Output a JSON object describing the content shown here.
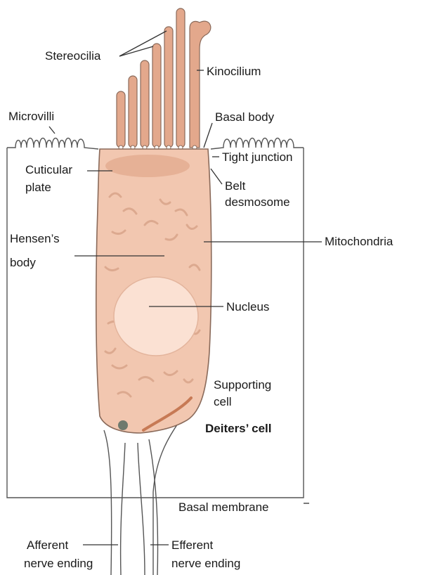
{
  "labels": {
    "stereocilia": "Stereocilia",
    "kinocilium": "Kinocilium",
    "microvilli": "Microvilli",
    "basal_body": "Basal body",
    "tight_junction": "Tight junction",
    "cuticular_plate_1": "Cuticular",
    "cuticular_plate_2": "plate",
    "belt_desmosome_1": "Belt",
    "belt_desmosome_2": "desmosome",
    "hensens_body_1": "Hensen’s",
    "hensens_body_2": "body",
    "mitochondria": "Mitochondria",
    "nucleus": "Nucleus",
    "supporting_cell_1": "Supporting",
    "supporting_cell_2": "cell",
    "deiters_cell": "Deiters’ cell",
    "basal_membrane": "Basal membrane",
    "afferent_1": "Afferent",
    "afferent_2": "nerve ending",
    "efferent_1": "Efferent",
    "efferent_2": "nerve ending"
  },
  "colors": {
    "cell_fill": "#f2c7b0",
    "cell_stroke": "#8a6a5a",
    "cilia_fill": "#e3a88c",
    "nucleus_fill": "#fbe1d3",
    "cuticular_fill": "#e2a98d",
    "organelle": "#d9a48a",
    "deiters_mark": "#c77a55",
    "nerve_dot": "#6f7a6e"
  }
}
